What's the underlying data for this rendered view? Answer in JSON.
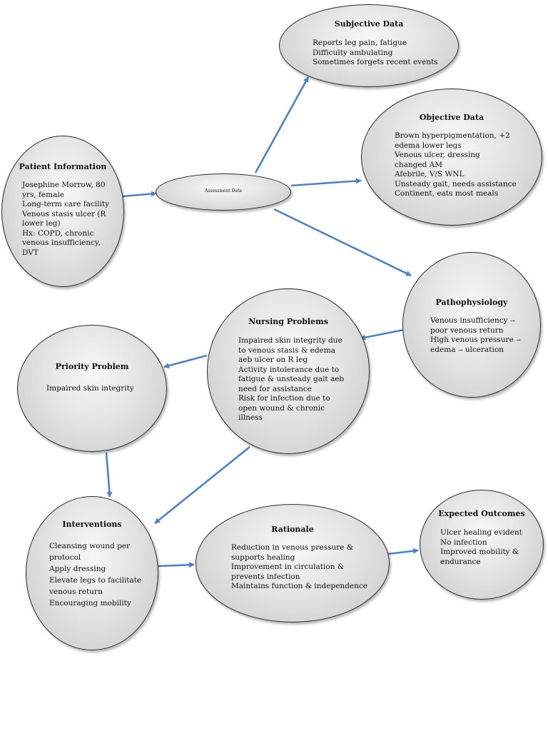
{
  "colors": {
    "arrow": "#4f81bd",
    "node_border": "#2b2b2b",
    "node_fill": "#d9d9d9"
  },
  "nodes": {
    "subjective": {
      "title": "Subjective Data",
      "items": [
        "Reports leg pain, fatigue",
        "Difficulty ambulating",
        "Sometimes forgets recent events"
      ]
    },
    "objective": {
      "title": "Objective Data",
      "items": [
        "Brown hyperpigmentation, +2 edema lower legs",
        "Venous ulcer, dressing changed AM",
        "Afebrile, V/S WNL",
        "Unsteady gait, needs assistance",
        "Continent, eats most meals"
      ]
    },
    "patient": {
      "title": "Patient Information",
      "items": [
        "Josephine Morrow, 80 yrs, female",
        "Long-term care facility",
        "Venous stasis ulcer (R lower leg)",
        "Hx: COPD, chronic venous insufficiency, DVT"
      ]
    },
    "assessment": {
      "title": "Assessment Data"
    },
    "patho": {
      "title": "Pathophysiology",
      "lines": [
        {
          "text": "Venous insufficiency",
          "arrow": "→"
        },
        {
          "text": "poor venous return",
          "arrow": ""
        },
        {
          "text": "High venous pressure",
          "arrow": "→"
        },
        {
          "text": "edema",
          "arrow": "→",
          "after": "ulceration"
        }
      ]
    },
    "nursing": {
      "title": "Nursing Problems",
      "items": [
        "Impaired skin integrity due to venous stasis & edema aeb ulcer on R leg",
        "Activity intolerance due to fatigue & unsteady gait aeb need for assistance",
        "Risk for infection due to open wound & chronic illness"
      ]
    },
    "priority": {
      "title": "Priority Problem",
      "items": [
        "Impaired skin integrity"
      ]
    },
    "interventions": {
      "title": "Interventions",
      "items": [
        "Cleansing wound per protocol",
        "Apply dressing",
        "Elevate legs to facilitate venous return",
        "Encouraging mobility"
      ]
    },
    "rationale": {
      "title": "Rationale",
      "items": [
        "Reduction in venous pressure & supports healing",
        "Improvement in circulation & prevents infection",
        "Maintains function & independence"
      ]
    },
    "outcomes": {
      "title": "Expected Outcomes",
      "items": [
        "Ulcer healing evident",
        "No infection",
        "Improved mobility & endurance"
      ]
    },
    "edges": [
      {
        "from": "patient",
        "to": "assessment"
      },
      {
        "from": "assessment",
        "to": "subjective"
      },
      {
        "from": "assessment",
        "to": "objective"
      },
      {
        "from": "assessment",
        "to": "patho"
      },
      {
        "from": "patho",
        "to": "nursing"
      },
      {
        "from": "nursing",
        "to": "priority"
      },
      {
        "from": "nursing",
        "to": "interventions"
      },
      {
        "from": "priority",
        "to": "interventions"
      },
      {
        "from": "interventions",
        "to": "rationale"
      },
      {
        "from": "rationale",
        "to": "outcomes"
      }
    ]
  }
}
